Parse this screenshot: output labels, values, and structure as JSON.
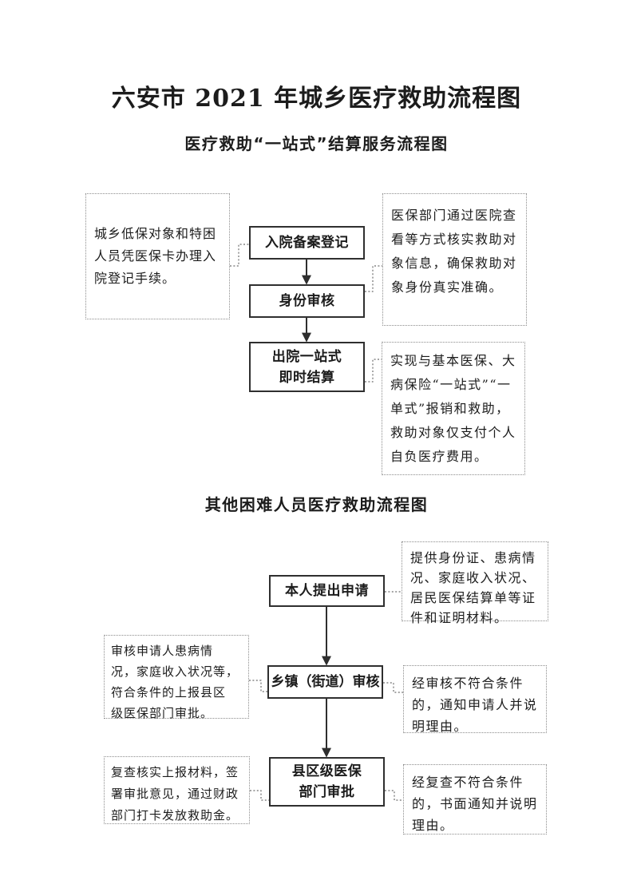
{
  "document": {
    "title": "六安市 2021 年城乡医疗救助流程图"
  },
  "flow1": {
    "subtitle": "医疗救助“一站式”结算服务流程图",
    "steps": {
      "admission": "入院备案登记",
      "identity": "身份审核",
      "discharge": "出院一站式\n即时结算"
    },
    "notes": {
      "left": "城乡低保对象和特困\n人员凭医保卡办理入\n院登记手续。",
      "right_top": "医保部门通过医院查\n看等方式核实救助对\n象信息，确保救助对\n象身份真实准确。",
      "right_bottom": "实现与基本医保、大\n病保险“一站式”“一\n单式”报销和救助，\n救助对象仅支付个人\n自负医疗费用。"
    }
  },
  "flow2": {
    "subtitle": "其他困难人员医疗救助流程图",
    "steps": {
      "apply": "本人提出申请",
      "township": "乡镇（街道）审核",
      "county": "县区级医保\n部门审批"
    },
    "notes": {
      "apply_right": "提供身份证、患病情\n况、家庭收入状况、\n居民医保结算单等证\n件和证明材料。",
      "township_left": "审核申请人患病情\n况，家庭收入状况等，\n符合条件的上报县区\n级医保部门审批。",
      "township_right": "经审核不符合条件\n的，通知申请人并说\n明理由。",
      "county_left": "复查核实上报材料，签\n署审批意见，通过财政\n部门打卡发放救助金。",
      "county_right": "经复查不符合条件\n的，书面通知并说明\n理由。"
    }
  },
  "colors": {
    "text": "#1c1c1c",
    "step_border": "#2f2f2f",
    "note_border": "#8c8c8c",
    "background": "#ffffff"
  }
}
